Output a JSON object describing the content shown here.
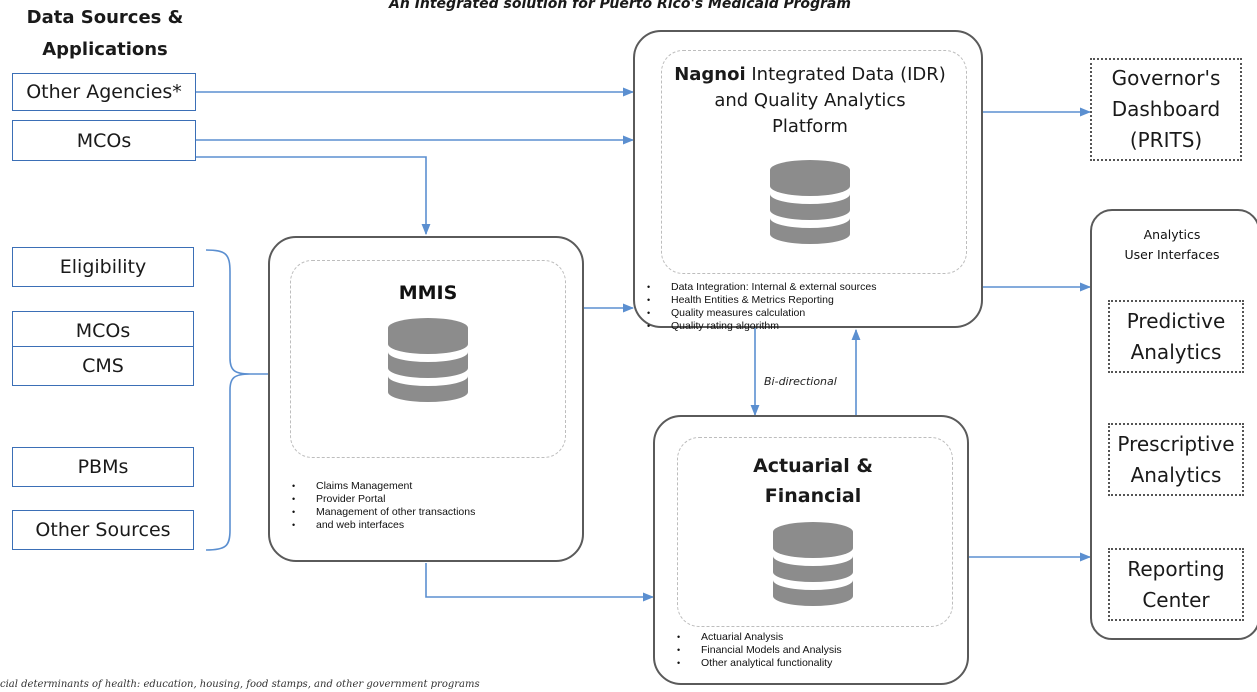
{
  "header": {
    "subtitle": "An Integrated solution for Puerto Rico's Medicaid Program",
    "sources_heading_line1": "Data Sources &",
    "sources_heading_line2": "Applications"
  },
  "top_sources": [
    "Other Agencies*",
    "MCOs"
  ],
  "left_sources": [
    "Eligibility",
    "MCOs",
    "CMS",
    "PBMs",
    "Other Sources"
  ],
  "mmis": {
    "title": "MMIS",
    "bullets": [
      "Claims Management",
      "Provider Portal",
      "Management of other transactions",
      "and web interfaces"
    ]
  },
  "nagnoi": {
    "title_bold": "Nagnoi",
    "title_rest": " Integrated Data (IDR)",
    "title_line2": "and Quality Analytics",
    "title_line3": "Platform",
    "bullets": [
      "Data Integration: Internal & external sources",
      "Health Entities & Metrics Reporting",
      "Quality measures calculation",
      "Quality rating algorithm"
    ]
  },
  "actuarial": {
    "title_line1": "Actuarial &",
    "title_line2": "Financial",
    "bullets": [
      "Actuarial Analysis",
      "Financial Models and Analysis",
      "Other analytical functionality"
    ]
  },
  "bidirectional_label": "Bi-directional",
  "governor": {
    "line1": "Governor's",
    "line2": "Dashboard",
    "line3": "(PRITS)"
  },
  "analytics": {
    "heading_line1": "Analytics",
    "heading_line2": "User Interfaces",
    "items": [
      {
        "line1": "Predictive",
        "line2": "Analytics"
      },
      {
        "line1": "Prescriptive",
        "line2": "Analytics"
      },
      {
        "line1": "Reporting",
        "line2": "Center"
      }
    ]
  },
  "footnote": "cial determinants of health: education, housing, food stamps, and other government programs",
  "colors": {
    "arrow": "#5b8fd0",
    "source_border": "#3b6fb6",
    "database": "#8c8c8c"
  },
  "icons": [
    "database-icon",
    "arrow-icon",
    "bracket-icon"
  ]
}
